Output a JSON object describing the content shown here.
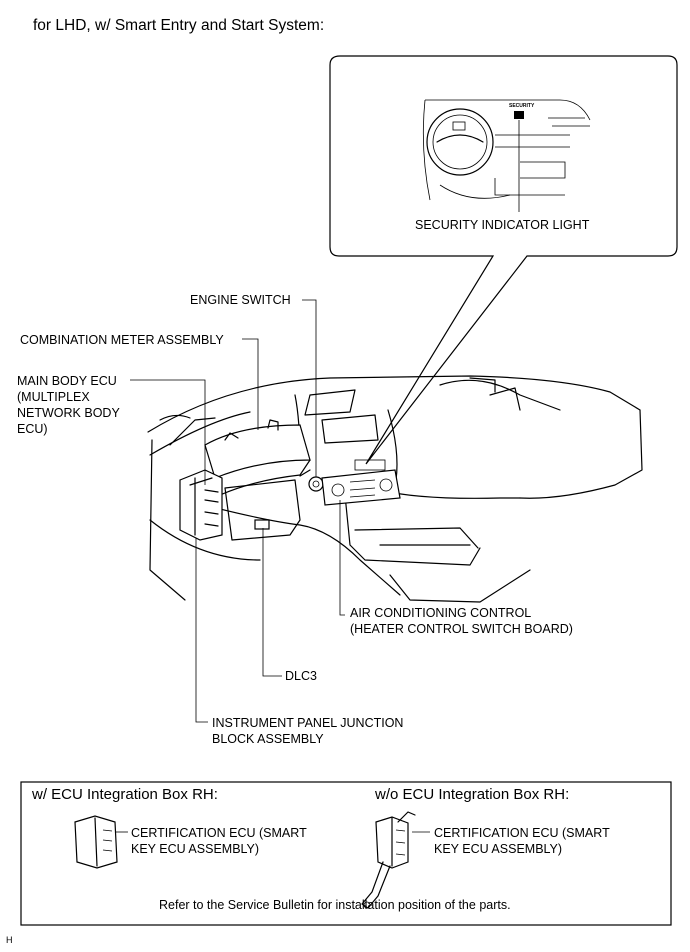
{
  "title": "for LHD, w/ Smart Entry and Start System:",
  "inset": {
    "badge_text": "SECURITY",
    "label": "SECURITY INDICATOR LIGHT"
  },
  "callouts": {
    "engine_switch": "ENGINE SWITCH",
    "combination_meter": "COMBINATION METER ASSEMBLY",
    "main_body_ecu": [
      "MAIN BODY ECU",
      "(MULTIPLEX",
      "NETWORK BODY",
      "ECU)"
    ],
    "air_conditioning": [
      "AIR CONDITIONING CONTROL",
      "(HEATER CONTROL SWITCH BOARD)"
    ],
    "dlc3": "DLC3",
    "junction_block": [
      "INSTRUMENT PANEL JUNCTION",
      "BLOCK ASSEMBLY"
    ]
  },
  "bottom_box": {
    "left_header": "w/ ECU Integration Box RH:",
    "right_header": "w/o ECU Integration Box RH:",
    "left_label": [
      "CERTIFICATION ECU (SMART",
      "KEY ECU ASSEMBLY)"
    ],
    "right_label": [
      "CERTIFICATION ECU (SMART",
      "KEY ECU ASSEMBLY)"
    ],
    "note": "Refer to the Service Bulletin for installation position of the parts."
  },
  "corner_mark": "H"
}
